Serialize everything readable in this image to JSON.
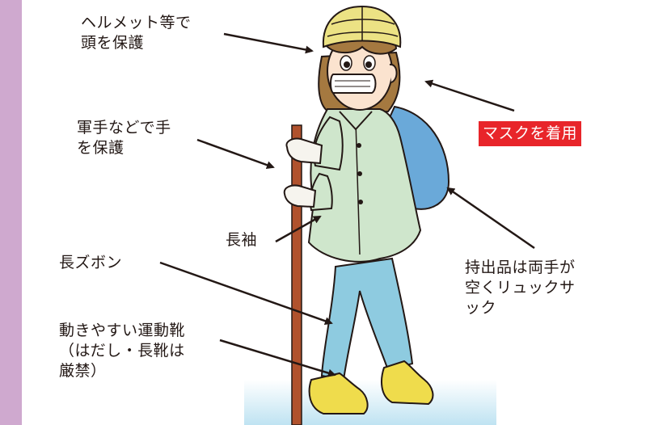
{
  "labels": {
    "helmet": "ヘルメット等で\n頭を保護",
    "gloves": "軍手などで手\nを保護",
    "sleeves": "長袖",
    "pants": "長ズボン",
    "shoes": "動きやすい運動靴\n（はだし・長靴は\n厳禁）",
    "backpack": "持出品は両手が\n空くリュックサ\nック",
    "mask": "マスクを着用"
  },
  "colors": {
    "side_bar": "#cfa9cf",
    "mask_badge": "#e8252a",
    "helmet": "#ece284",
    "coat": "#cfe6cc",
    "pants": "#8ecbe0",
    "backpack": "#6aa9d9",
    "shoes": "#efdc4c",
    "stick": "#b0522d",
    "ground": "#bfe3f2"
  },
  "icons": [
    "arrow-icon"
  ]
}
